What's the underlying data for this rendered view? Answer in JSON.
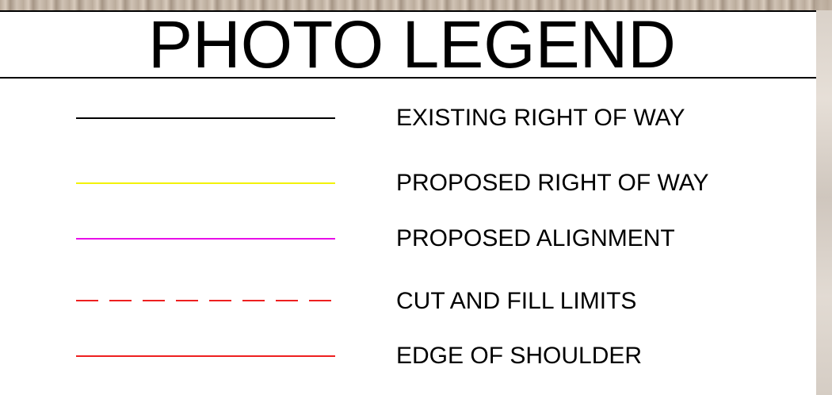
{
  "legend": {
    "title": "PHOTO LEGEND",
    "items": [
      {
        "label": "EXISTING RIGHT OF WAY",
        "color": "#000000",
        "style": "solid"
      },
      {
        "label": "PROPOSED RIGHT OF WAY",
        "color": "#f2f20a",
        "style": "solid"
      },
      {
        "label": "PROPOSED ALIGNMENT",
        "color": "#e80fe8",
        "style": "solid"
      },
      {
        "label": "CUT AND FILL LIMITS",
        "color": "#ee2020",
        "style": "dashed"
      },
      {
        "label": "EDGE OF SHOULDER",
        "color": "#ee2020",
        "style": "solid"
      }
    ]
  }
}
